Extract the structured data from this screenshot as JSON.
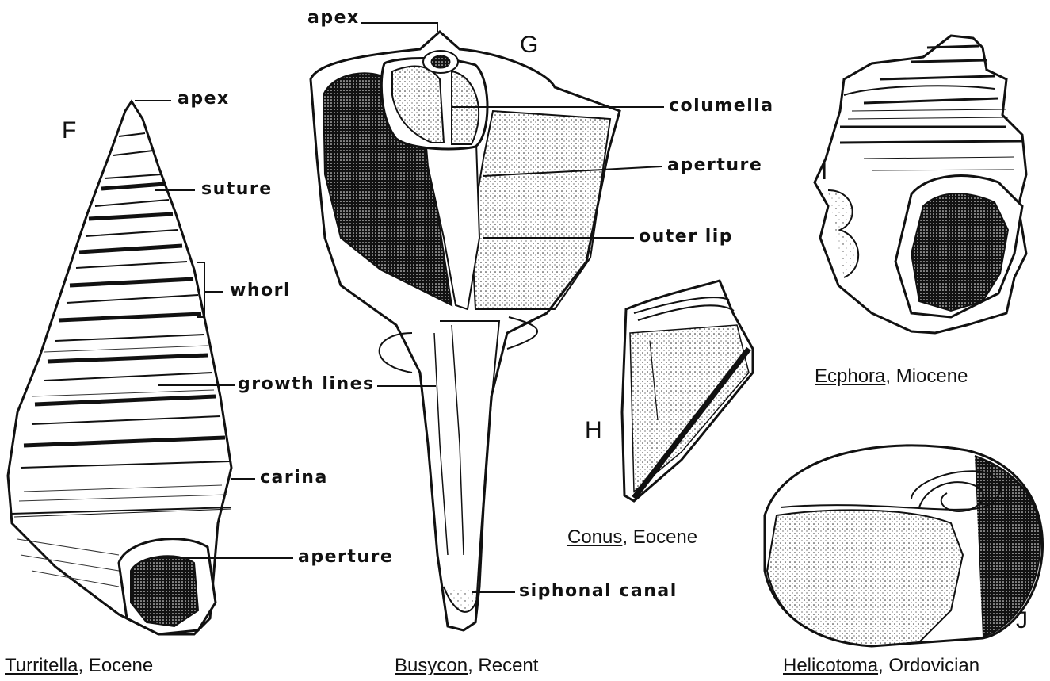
{
  "labels": {
    "turritella": {
      "letter": "F",
      "apex": "apex",
      "suture": "suture",
      "whorl": "whorl",
      "growth_lines": "growth lines",
      "carina": "carina",
      "aperture": "aperture",
      "caption_genus": "Turritella",
      "caption_age": ", Eocene"
    },
    "busycon": {
      "letter": "G",
      "apex": "apex",
      "columella": "columella",
      "aperture": "aperture",
      "outer_lip": "outer lip",
      "siphonal_canal": "siphonal canal",
      "caption_genus": "Busycon",
      "caption_age": ", Recent"
    },
    "conus": {
      "letter": "H",
      "caption_genus": "Conus",
      "caption_age": ", Eocene"
    },
    "ecphora": {
      "letter": "I",
      "caption_genus": "Ecphora",
      "caption_age": ", Miocene"
    },
    "helicotoma": {
      "letter": "J",
      "caption_genus": "Helicotoma",
      "caption_age": ", Ordovician"
    }
  }
}
